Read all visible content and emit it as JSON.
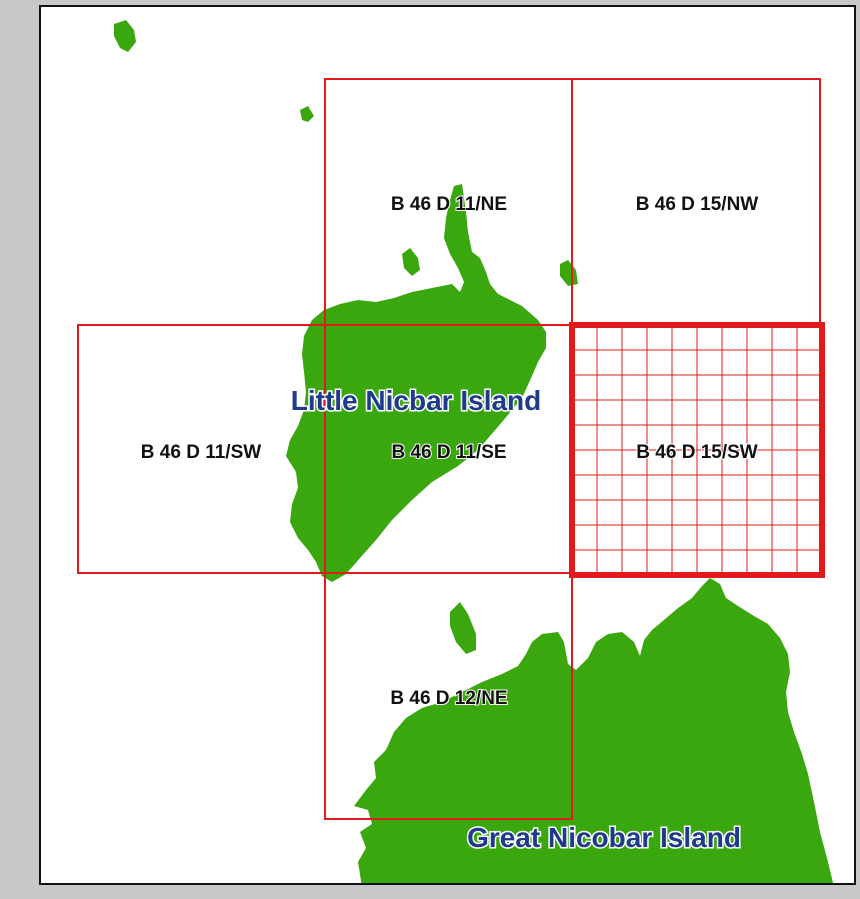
{
  "map": {
    "colors": {
      "land": "#3aa70f",
      "grid": "#e11b1b",
      "island_label": "#1f3a8a",
      "tile_label": "#111111"
    },
    "tiles": {
      "nw_n": "B 46 D 11/NE",
      "ne_n": "B 46 D 15/NW",
      "w": "B 46 D 11/SW",
      "c": "B 46 D 11/SE",
      "e": "B 46 D 15/SW",
      "s": "B 46 D 12/NE"
    },
    "islands": {
      "little": "Little Nicbar Island",
      "great": "Great Nicobar Island"
    }
  }
}
